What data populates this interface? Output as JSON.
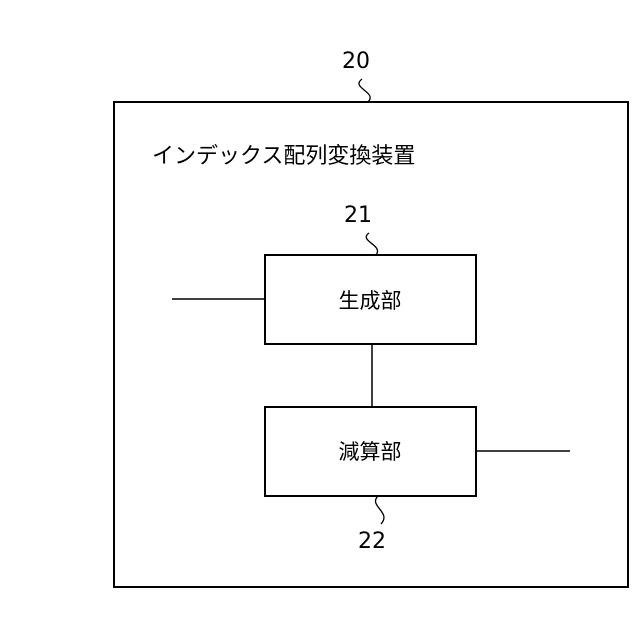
{
  "device": {
    "ref": "20",
    "title": "インデックス配列変換装置"
  },
  "blocks": [
    {
      "ref": "21",
      "label": "生成部"
    },
    {
      "ref": "22",
      "label": "減算部"
    }
  ]
}
